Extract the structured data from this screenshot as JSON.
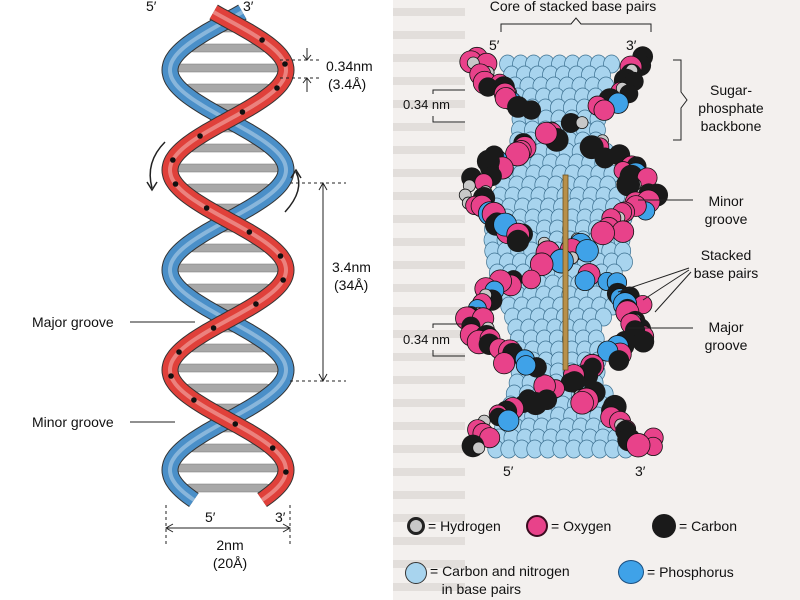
{
  "left": {
    "top_5prime": "5′",
    "top_3prime": "3′",
    "rise_value": "0.34nm",
    "rise_angstrom": "(3.4Å)",
    "pitch_value": "3.4nm",
    "pitch_angstrom": "(34Å)",
    "major_groove": "Major groove",
    "minor_groove": "Minor groove",
    "bottom_5prime": "5′",
    "bottom_3prime": "3′",
    "width_value": "2nm",
    "width_angstrom": "(20Å)"
  },
  "right": {
    "core_label": "Core of stacked base pairs",
    "top_5prime": "5′",
    "top_3prime": "3′",
    "rise_top": "0.34 nm",
    "rise_bottom": "0.34 nm",
    "sugar_backbone": "Sugar-\nphosphate\nbackbone",
    "minor_groove": "Minor\ngroove",
    "stacked_pairs": "Stacked\nbase pairs",
    "major_groove": "Major\ngroove",
    "bottom_5prime": "5′",
    "bottom_3prime": "3′"
  },
  "legend": {
    "hydrogen": "= Hydrogen",
    "oxygen": "= Oxygen",
    "carbon": "= Carbon",
    "carbon_nitrogen": "= Carbon and nitrogen\n   in base pairs",
    "phosphorus": "= Phosphorus"
  },
  "colors": {
    "strand_red": "#e0403a",
    "strand_blue": "#4a8fc8",
    "base_gray": "#a8a8a8",
    "hydrogen": "#c8c8c8",
    "oxygen": "#e8428a",
    "carbon": "#1a1a1a",
    "base_pair_atom": "#a8d4ee",
    "phosphorus": "#3fa2e8"
  }
}
